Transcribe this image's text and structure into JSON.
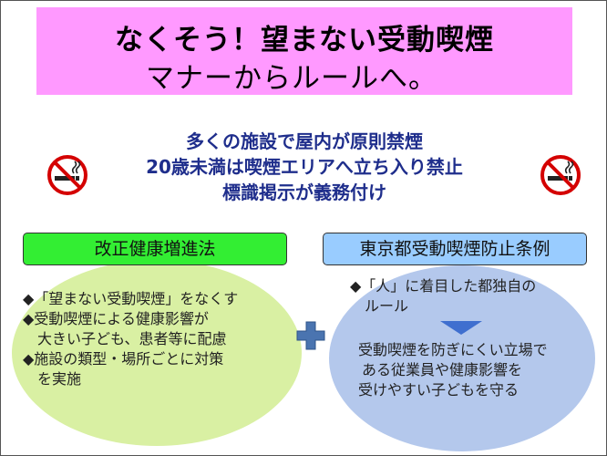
{
  "title": {
    "line1": "なくそう！望まない受動喫煙",
    "line2": "マナーからルールへ。"
  },
  "center": {
    "lines": [
      "多くの施設で屋内が原則禁煙",
      "20歳未満は喫煙エリアへ立ち入り禁止",
      "標識掲示が義務付け"
    ]
  },
  "left": {
    "label": "改正健康増進法",
    "lines": [
      "◆「望まない受動喫煙」をなくす",
      "◆受動喫煙による健康影響が",
      "　大きい子ども、患者等に配慮",
      "◆施設の類型・場所ごとに対策",
      "　を実施"
    ]
  },
  "right": {
    "label": "東京都受動喫煙防止条例",
    "bullet_lines": [
      "◆「人」に着目した都独自の",
      "　ルール"
    ],
    "sub_lines": [
      "受動喫煙を防ぎにくい立場で",
      "ある従業員や健康影響を",
      "受けやすい子どもを守る"
    ]
  },
  "colors": {
    "title_bg": "#ff99ff",
    "center_text": "#1f2e8c",
    "left_label": "#33ee33",
    "right_label": "#99ccff",
    "left_ellipse": "#d9f0a3",
    "right_ellipse": "#b4c8ec",
    "plus": "#4a74b0",
    "no_smoking_red": "#d40000"
  },
  "icons": {
    "left": "no-smoking-icon",
    "right": "no-smoking-icon",
    "plus": "plus-icon",
    "arrow": "down-triangle-icon"
  }
}
